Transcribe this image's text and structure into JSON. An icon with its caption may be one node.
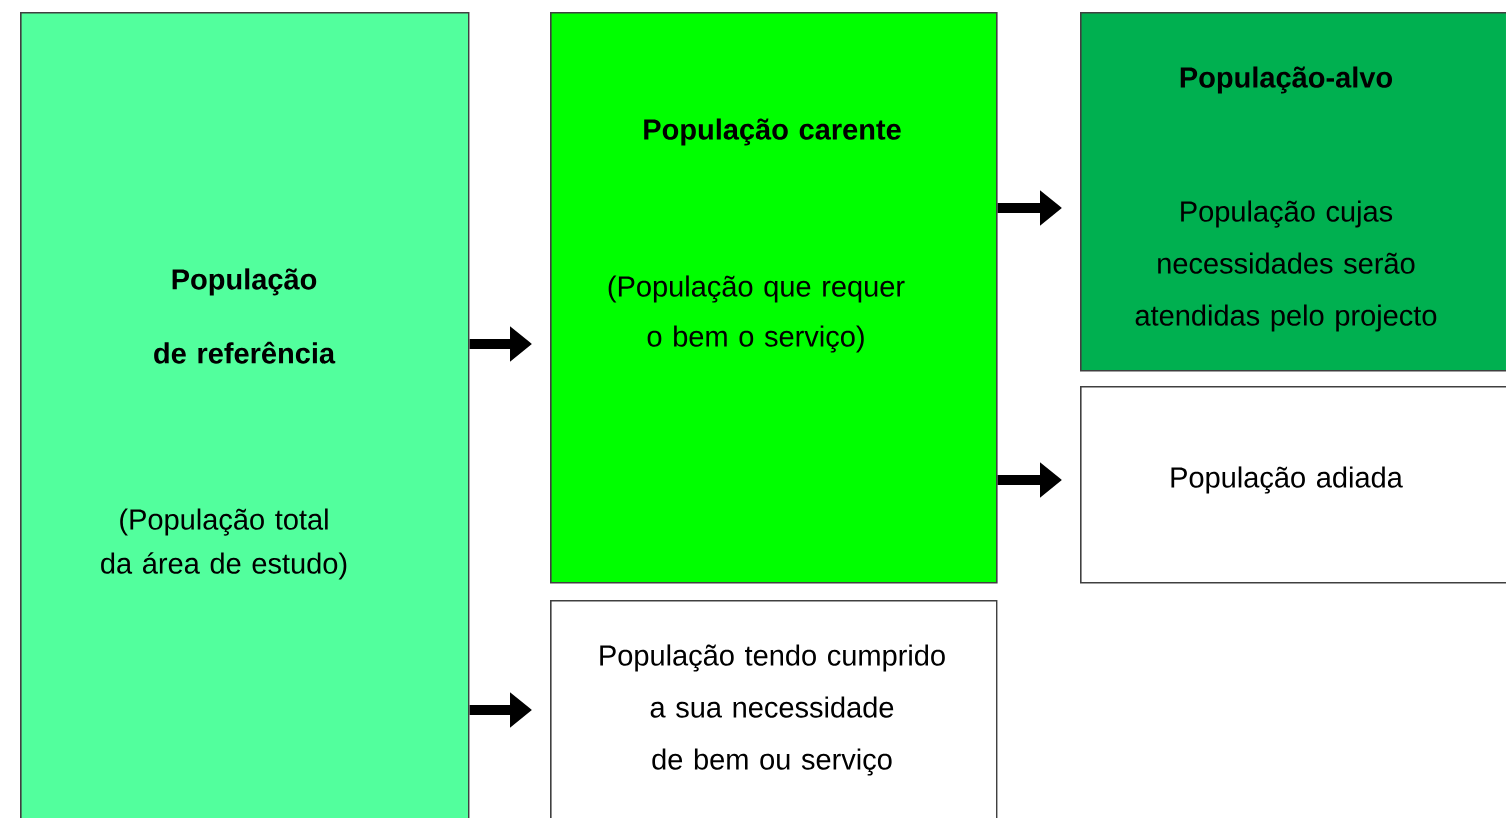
{
  "diagram": {
    "nodes": [
      {
        "text": [
          "População de referência",
          "(População total da área de estudo)"
        ]
      },
      {
        "text": [
          "População carente",
          "(População que requer o bem o serviço)"
        ]
      },
      {
        "text": [
          "População-alvo",
          "População cujas necessidades serão atendidas pelo projecto"
        ]
      },
      {
        "text": [
          "População adiada"
        ]
      },
      {
        "text": [
          "População tendo cumprido a sua necessidade de bem ou serviço"
        ]
      }
    ],
    "edges": [
      {
        "from": 0,
        "to": 1,
        "arrow": "to"
      },
      {
        "from": 0,
        "to": 4,
        "arrow": "to"
      },
      {
        "from": 1,
        "to": 2,
        "arrow": "to"
      },
      {
        "from": 1,
        "to": 3,
        "arrow": "to"
      }
    ]
  }
}
